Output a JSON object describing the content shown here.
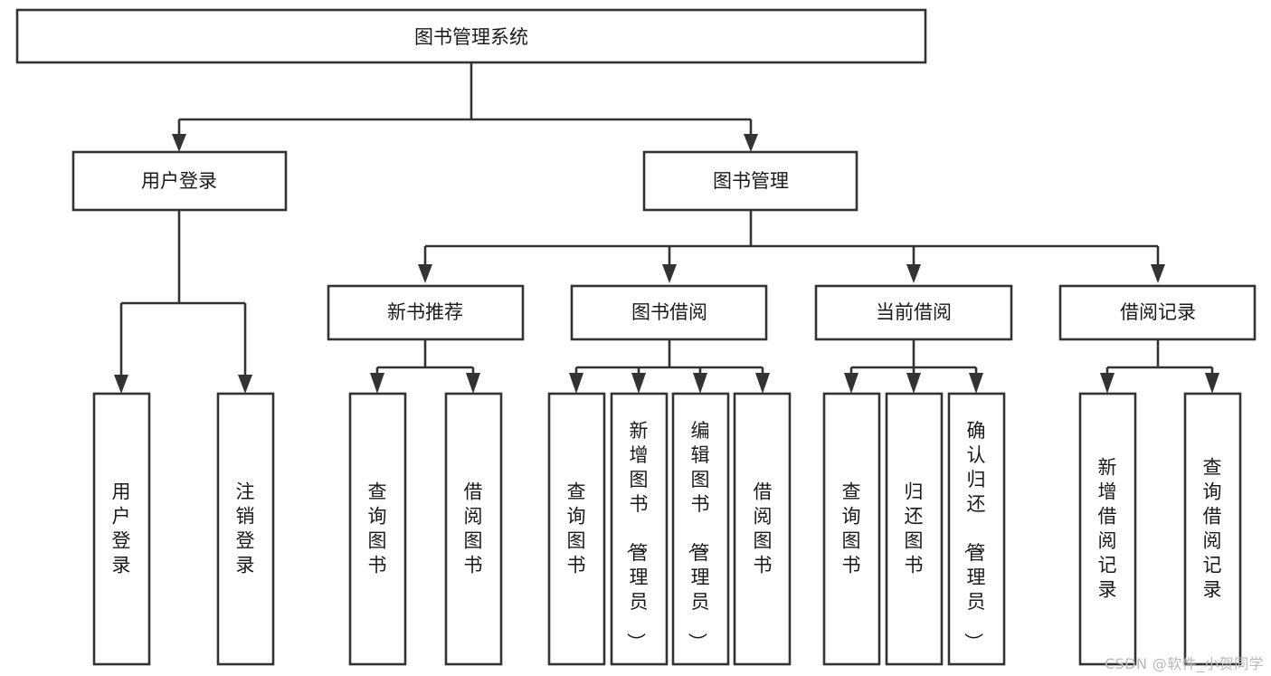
{
  "diagram": {
    "type": "tree-hierarchy",
    "title": "图书管理系统",
    "orientation": "top-down",
    "root": {
      "id": "root",
      "label": "图书管理系统"
    },
    "level2": [
      {
        "id": "user-login",
        "label": "用户登录"
      },
      {
        "id": "book-manage",
        "label": "图书管理"
      }
    ],
    "level3": [
      {
        "id": "new-book-recommend",
        "label": "新书推荐",
        "parent": "book-manage"
      },
      {
        "id": "book-borrow",
        "label": "图书借阅",
        "parent": "book-manage"
      },
      {
        "id": "current-borrow",
        "label": "当前借阅",
        "parent": "book-manage"
      },
      {
        "id": "borrow-record",
        "label": "借阅记录",
        "parent": "book-manage"
      }
    ],
    "leaves": [
      {
        "id": "leaf-user-login",
        "label": "用户登录",
        "parent": "user-login"
      },
      {
        "id": "leaf-user-logout",
        "label": "注销登录",
        "parent": "user-login"
      },
      {
        "id": "leaf-query-book-1",
        "label": "查询图书",
        "parent": "new-book-recommend"
      },
      {
        "id": "leaf-borrow-book-1",
        "label": "借阅图书",
        "parent": "new-book-recommend"
      },
      {
        "id": "leaf-query-book-2",
        "label": "查询图书",
        "parent": "book-borrow"
      },
      {
        "id": "leaf-add-book",
        "label": "新增图书（管理员）",
        "parent": "book-borrow"
      },
      {
        "id": "leaf-edit-book",
        "label": "编辑图书（管理员）",
        "parent": "book-borrow"
      },
      {
        "id": "leaf-borrow-book-2",
        "label": "借阅图书",
        "parent": "book-borrow"
      },
      {
        "id": "leaf-query-book-3",
        "label": "查询图书",
        "parent": "current-borrow"
      },
      {
        "id": "leaf-return-book",
        "label": "归还图书",
        "parent": "current-borrow"
      },
      {
        "id": "leaf-confirm-return",
        "label": "确认归还（管理员）",
        "parent": "current-borrow"
      },
      {
        "id": "leaf-add-record",
        "label": "新增借阅记录",
        "parent": "borrow-record"
      },
      {
        "id": "leaf-query-record",
        "label": "查询借阅记录",
        "parent": "borrow-record"
      }
    ]
  },
  "watermark": {
    "text": "CSDN @软件_小贺同学"
  },
  "colors": {
    "stroke": "#333333",
    "fill": "#ffffff",
    "text": "#1a1a1a",
    "watermark": "#b9b9b9"
  }
}
